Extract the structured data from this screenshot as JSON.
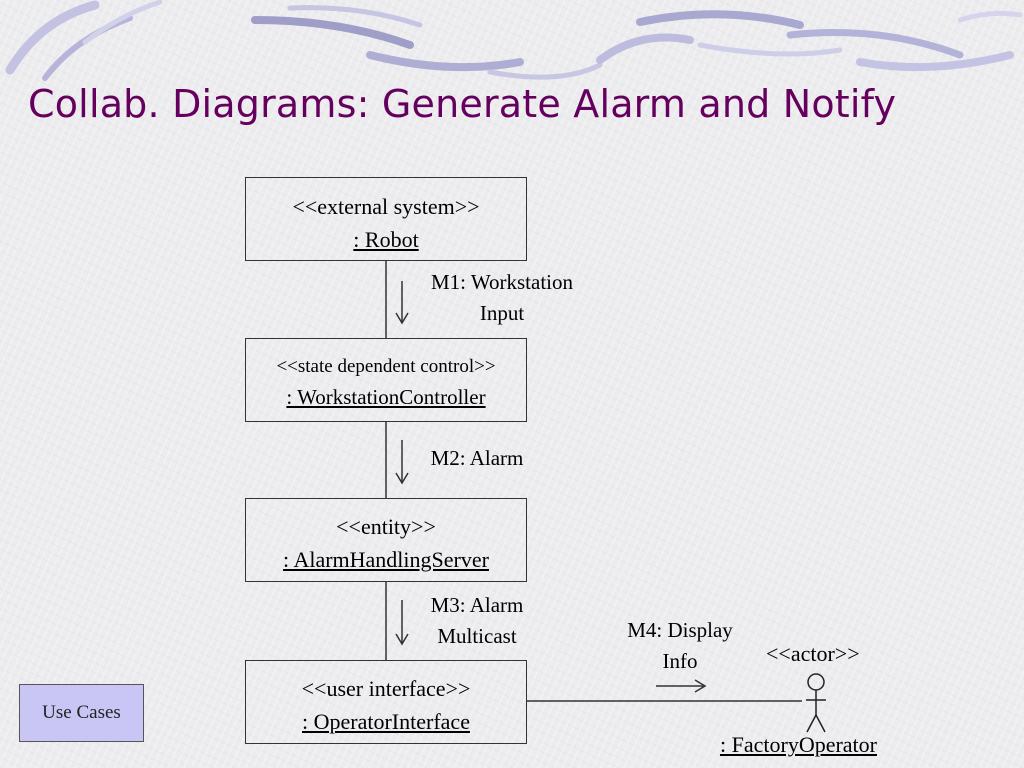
{
  "slide": {
    "title": "Collab. Diagrams: Generate Alarm and Notify",
    "title_color": "#66005f",
    "nav_button": "Use Cases"
  },
  "objects": [
    {
      "stereotype": "<<external system>>",
      "name": ": Robot"
    },
    {
      "stereotype": "<<state dependent control>>",
      "name": ": WorkstationController"
    },
    {
      "stereotype": "<<entity>>",
      "name": ": AlarmHandlingServer"
    },
    {
      "stereotype": "<<user interface>>",
      "name": ": OperatorInterface"
    }
  ],
  "messages": [
    {
      "line1": "M1: Workstation",
      "line2": "Input"
    },
    {
      "line1": "M2: Alarm",
      "line2": ""
    },
    {
      "line1": "M3: Alarm",
      "line2": "Multicast"
    },
    {
      "line1": "M4: Display",
      "line2": "Info"
    }
  ],
  "actor": {
    "stereotype": "<<actor>>",
    "name": ": FactoryOperator"
  }
}
